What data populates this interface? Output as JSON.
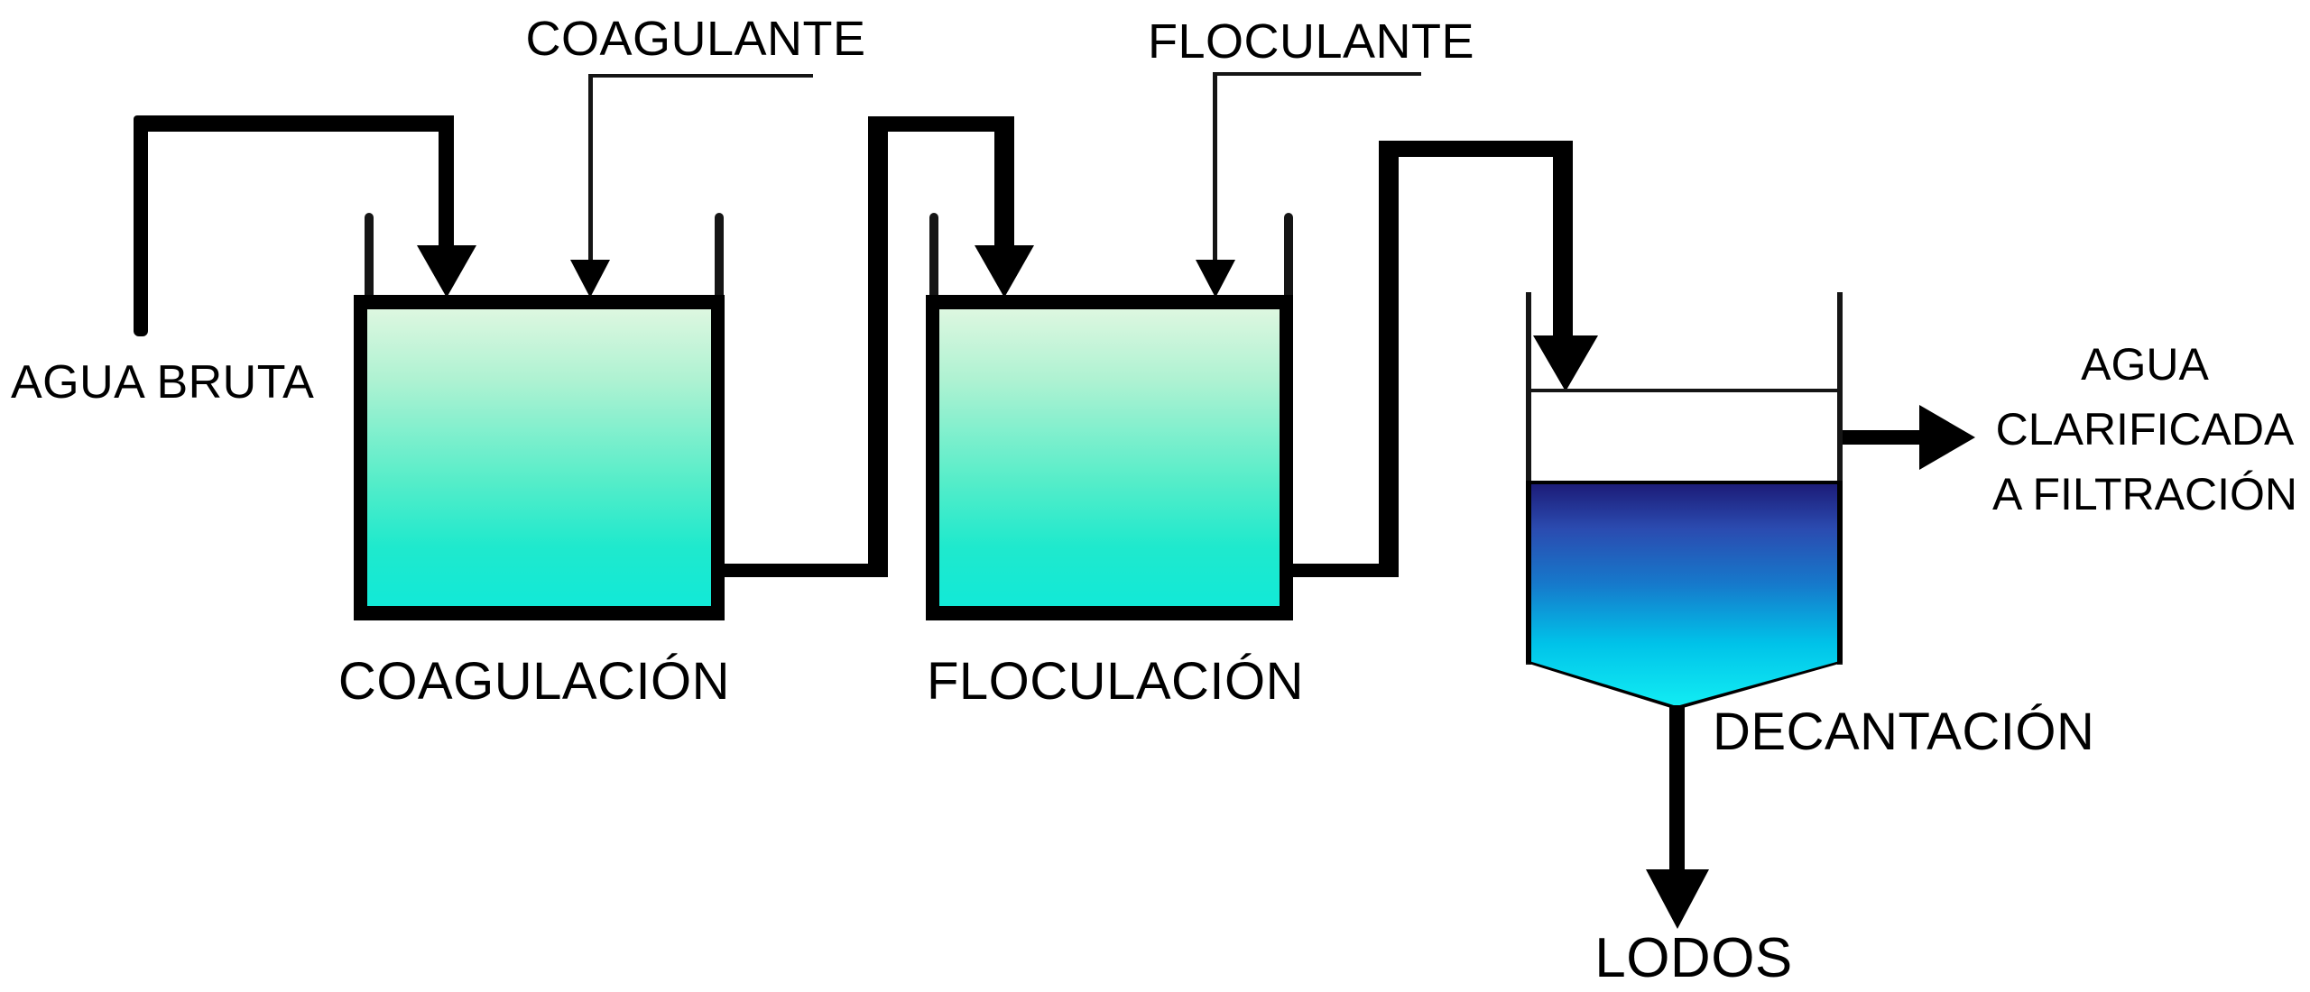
{
  "labels": {
    "raw_water": "AGUA BRUTA",
    "coagulant": "COAGULANTE",
    "flocculant": "FLOCULANTE",
    "coagulation": "COAGULACIÓN",
    "flocculation": "FLOCULACIÓN",
    "decantation": "DECANTACIÓN",
    "clarified_line1": "AGUA",
    "clarified_line2": "CLARIFICADA",
    "clarified_line3": "A FILTRACIÓN",
    "sludge": "LODOS"
  },
  "colors": {
    "line": "#000000",
    "tank_fill_top": "#ddf7e0",
    "tank_fill_bottom": "#12e9d7",
    "decanter_fill_top": "#1c1c78",
    "decanter_fill_bottom": "#12edf3",
    "background": "#ffffff"
  }
}
